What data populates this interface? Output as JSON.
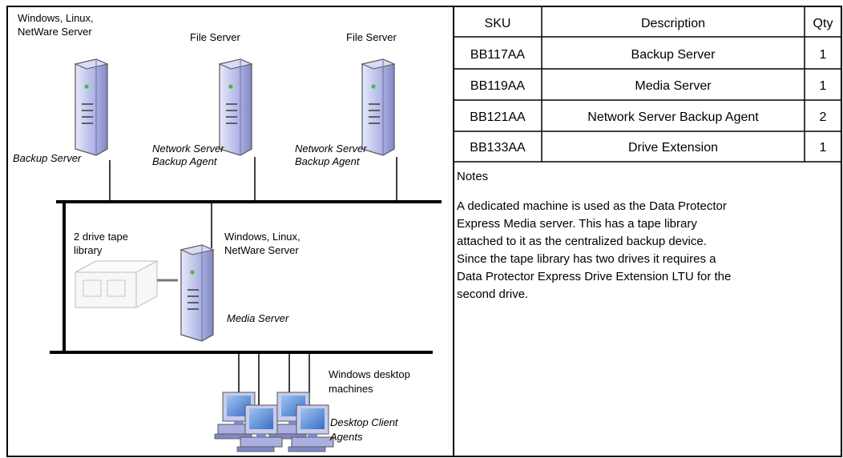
{
  "diagram": {
    "top_servers": [
      {
        "title_lines": [
          "Windows, Linux,",
          "NetWare Server"
        ],
        "role_lines": [
          "Backup Server"
        ],
        "icon": "server-tower-icon"
      },
      {
        "title_lines": [
          "File Server"
        ],
        "role_lines": [
          "Network Server",
          "Backup Agent"
        ],
        "icon": "server-tower-icon"
      },
      {
        "title_lines": [
          "File Server"
        ],
        "role_lines": [
          "Network Server",
          "Backup Agent"
        ],
        "icon": "server-tower-icon"
      }
    ],
    "tape_library": {
      "label_lines": [
        "2 drive tape",
        "library"
      ],
      "icon": "tape-library-icon"
    },
    "media_server": {
      "title_lines": [
        "Windows, Linux,",
        "NetWare Server"
      ],
      "role_lines": [
        "Media Server"
      ],
      "icon": "server-tower-icon"
    },
    "desktops": {
      "title_lines": [
        "Windows desktop",
        "machines"
      ],
      "role_lines": [
        "Desktop Client",
        "Agents"
      ],
      "icon": "desktop-computer-icon"
    }
  },
  "table": {
    "headers": [
      "SKU",
      "Description",
      "Qty"
    ],
    "rows": [
      [
        "BB117AA",
        "Backup Server",
        "1"
      ],
      [
        "BB119AA",
        "Media Server",
        "1"
      ],
      [
        "BB121AA",
        "Network Server Backup Agent",
        "2"
      ],
      [
        "BB133AA",
        "Drive Extension",
        "1"
      ]
    ]
  },
  "notes": {
    "heading": "Notes",
    "lines": [
      "A dedicated machine is used as the Data Protector",
      "Express Media server.  This has a tape library",
      "attached to it as the centralized backup device.",
      "Since the tape library has two drives it requires a",
      "Data Protector Express Drive Extension LTU for the",
      "second drive."
    ]
  },
  "colors": {
    "server_body": "#b3b8e6",
    "server_dark": "#8288c4",
    "led": "#3fbf3f",
    "monitor_screen": "#5b8cd9",
    "tape_library": "#e6e6e6"
  }
}
